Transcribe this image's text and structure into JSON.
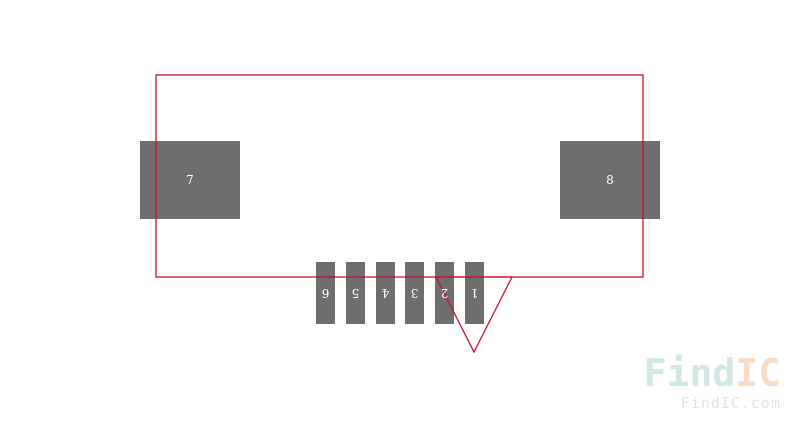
{
  "footprint": {
    "outline_color": "#c8102e",
    "pad_color": "#6e6e6e",
    "label_color": "#ffffff",
    "large_pads": [
      {
        "label": "7"
      },
      {
        "label": "8"
      }
    ],
    "small_pads": [
      {
        "label": "6"
      },
      {
        "label": "5"
      },
      {
        "label": "4"
      },
      {
        "label": "3"
      },
      {
        "label": "2"
      },
      {
        "label": "1"
      }
    ]
  },
  "watermark": {
    "logo_part1": "Find",
    "logo_part2": "IC",
    "url": "FindIC.com",
    "color_part1": "#cfe9e4",
    "color_part2": "#f8dcc8",
    "url_color": "#e2e2e2"
  }
}
